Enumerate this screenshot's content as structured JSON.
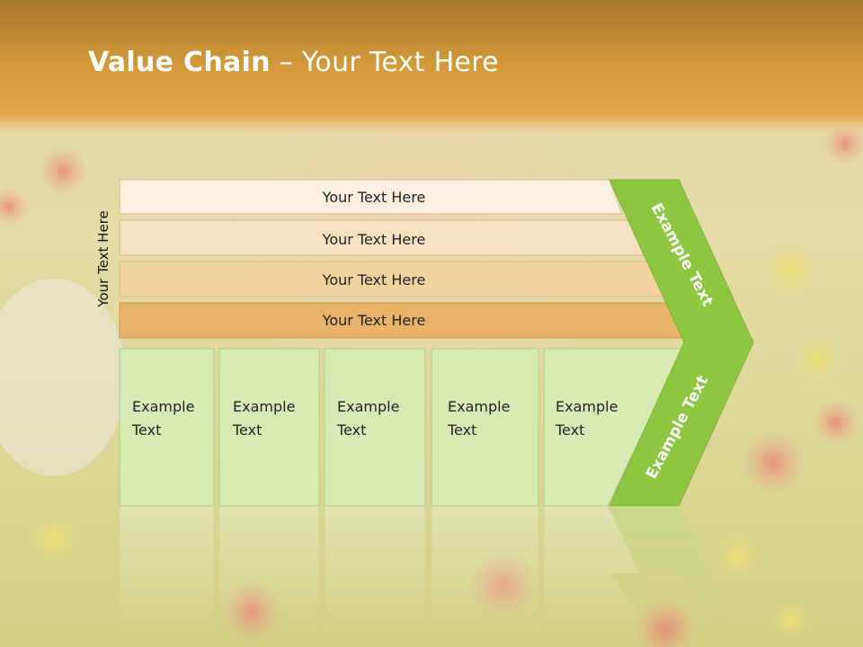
{
  "title": {
    "bold": "Value Chain",
    "rest": " – Your Text Here"
  },
  "side_label": "Your Text Here",
  "bars": [
    "Your Text Here",
    "Your Text Here",
    "Your Text Here",
    "Your Text Here"
  ],
  "boxes": [
    [
      "Example",
      "Text"
    ],
    [
      "Example",
      "Text"
    ],
    [
      "Example",
      "Text"
    ],
    [
      "Example",
      "Text"
    ],
    [
      "Example",
      "Text"
    ]
  ],
  "arrow_upper": "Example Text",
  "arrow_lower": "Example Text",
  "colors": {
    "header": "#c99a3b",
    "bar1": "#fbf0e0",
    "bar2": "#f6e2c0",
    "bar3": "#f0d39f",
    "bar4": "#e8b56a",
    "box": "#d9ebb5",
    "arrow": "#8dc63f"
  }
}
